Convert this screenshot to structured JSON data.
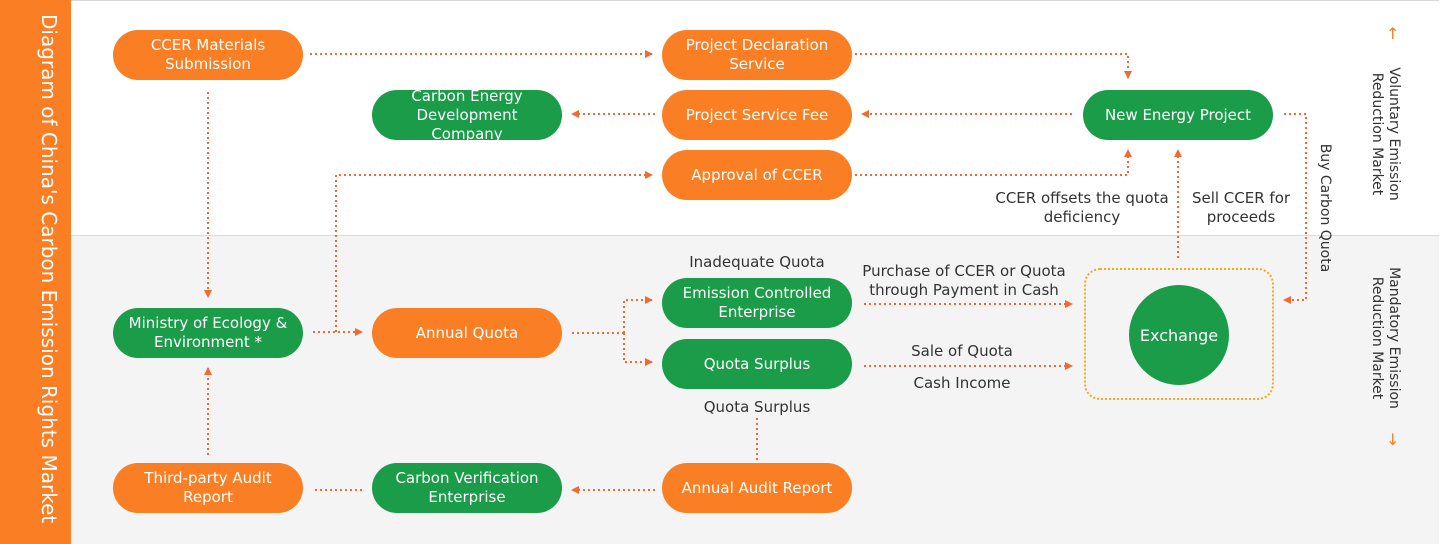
{
  "sidebar": {
    "title": "Diagram of China's Carbon Emission Rights Market"
  },
  "markets": {
    "voluntary": "Voluntary Emission Reduction Market",
    "mandatory": "Mandatory Emission Reduction Market"
  },
  "nodes": {
    "ccer_materials": "CCER Materials Submission",
    "project_declaration": "Project Declaration Service",
    "carbon_energy_dev": "Carbon Energy Development Company",
    "project_service_fee": "Project Service Fee",
    "new_energy_project": "New Energy Project",
    "approval_ccer": "Approval of CCER",
    "ministry": "Ministry of Ecology & Environment *",
    "annual_quota": "Annual Quota",
    "emission_controlled": "Emission Controlled Enterprise",
    "quota_surplus": "Quota Surplus",
    "exchange": "Exchange",
    "third_party": "Third-party Audit Report",
    "carbon_verification": "Carbon Verification Enterprise",
    "annual_audit": "Annual Audit Report"
  },
  "labels": {
    "ccer_offsets": "CCER offsets the quota deficiency",
    "sell_ccer": "Sell CCER for proceeds",
    "buy_quota": "Buy Carbon Quota",
    "inadequate": "Inadequate Quota",
    "purchase": "Purchase of CCER or Quota through Payment in Cash",
    "sale_of_quota": "Sale of Quota",
    "cash_income": "Cash Income",
    "quota_surplus_label": "Quota Surplus"
  },
  "colors": {
    "orange": "#fa7e23",
    "green": "#1a9c48",
    "dotted_arrow": "#f26a2e",
    "exchange_border": "#f6a623"
  },
  "icons": {
    "voluntary_indicator": "arrow-up-icon",
    "mandatory_indicator": "arrow-down-icon"
  }
}
